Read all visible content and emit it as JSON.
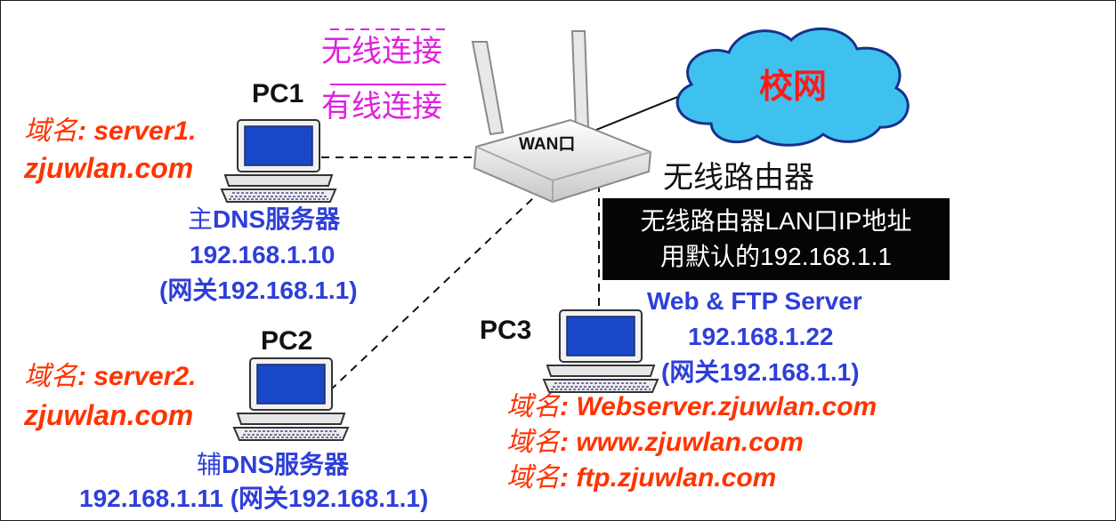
{
  "legend": {
    "wireless_label": "无线连接",
    "wired_label": "有线连接"
  },
  "cloud": {
    "label": "校网"
  },
  "router": {
    "port_label": "WAN口",
    "name": "无线路由器",
    "lan_ip_line1": "无线路由器LAN口IP地址",
    "lan_ip_line2": "用默认的192.168.1.1"
  },
  "pc1": {
    "label": "PC1",
    "domain_line1_prefix": "域名",
    "domain_line1_value": ": server1.",
    "domain_line2": "zjuwlan.com",
    "role_prefix": "主",
    "role_suffix": "DNS服务器",
    "ip": "192.168.1.10",
    "gateway": "(网关192.168.1.1)"
  },
  "pc2": {
    "label": "PC2",
    "domain_line1_prefix": "域名",
    "domain_line1_value": ": server2.",
    "domain_line2": "zjuwlan.com",
    "role_prefix": "辅",
    "role_suffix": "DNS服务器",
    "ip_gateway": "192.168.1.11 (网关192.168.1.1)"
  },
  "pc3": {
    "label": "PC3",
    "role": "Web & FTP Server",
    "ip": "192.168.1.22",
    "gateway": "(网关192.168.1.1)",
    "domains": [
      {
        "prefix": "域名",
        "value": ": Webserver.zjuwlan.com"
      },
      {
        "prefix": "域名",
        "value": ": www.zjuwlan.com"
      },
      {
        "prefix": "域名",
        "value": ": ftp.zjuwlan.com"
      }
    ]
  },
  "colors": {
    "red_text": "#ff3300",
    "blue_text": "#2e3fd8",
    "magenta_legend": "#e020e0",
    "cloud_fill": "#3fc1ef",
    "cloud_text": "#ff1a1a",
    "monitor_screen": "#1848c8",
    "label_box": "#050505"
  }
}
